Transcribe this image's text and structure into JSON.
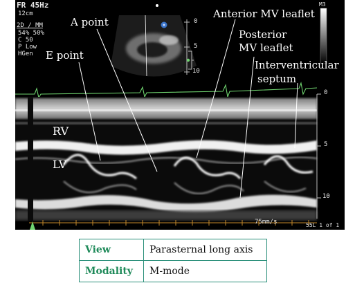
{
  "screen": {
    "frame_rate": "FR 45Hz",
    "depth_label": "12cm",
    "mode_label": "2D / MM",
    "settings": [
      "54%   50%",
      "C 50",
      "P Low",
      "HGen"
    ],
    "m3_label": "M3",
    "inset_scale": [
      "0",
      "5",
      "10"
    ],
    "depth_scale": [
      "0",
      "5",
      "10"
    ],
    "sweep_speed": "75mm/s",
    "frame_counter": "55L 1 of 1"
  },
  "annotations": {
    "a_point": "A point",
    "e_point": "E point",
    "anterior_mv_leaflet": "Anterior MV leaflet",
    "posterior_mv_leaflet": [
      "Posterior",
      "MV leaflet"
    ],
    "interventricular_septum": [
      "Interventricular",
      "septum"
    ],
    "rv": "RV",
    "lv": "LV"
  },
  "legend": {
    "rows": [
      {
        "key": "View",
        "value": "Parasternal long axis"
      },
      {
        "key": "Modality",
        "value": "M-mode"
      }
    ]
  },
  "colors": {
    "ecg_trace": "#6fd36f",
    "legend_key": "#1f8a5a",
    "legend_border": "#2a8f7a"
  }
}
